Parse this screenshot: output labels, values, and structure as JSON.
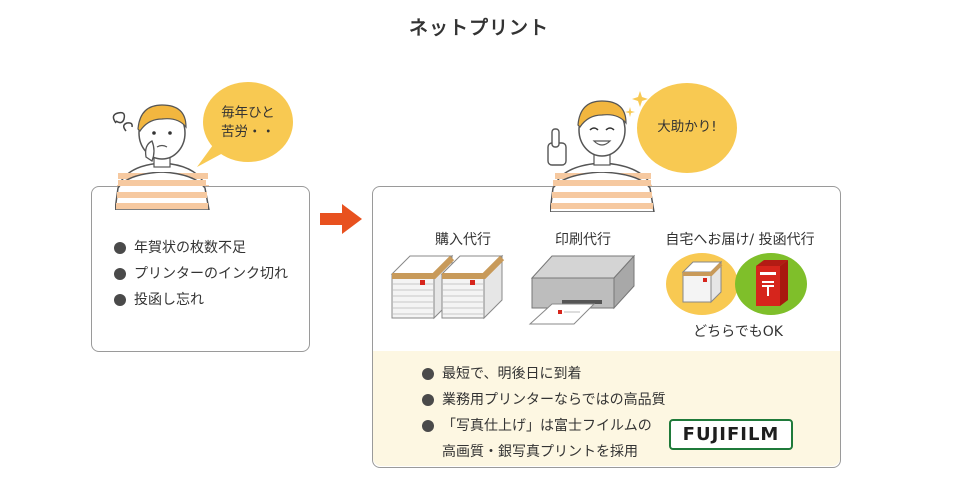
{
  "title": "ネットプリント",
  "left": {
    "bubble_lines": [
      "毎年ひと",
      "苦労・・"
    ],
    "bullets": [
      "年賀状の枚数不足",
      "プリンターのインク切れ",
      "投函し忘れ"
    ]
  },
  "right": {
    "bubble": "大助かり!",
    "steps": [
      "購入代行",
      "印刷代行",
      "自宅へお届け/ 投函代行"
    ],
    "either_ok": "どちらでもOK",
    "bullets": [
      "最短で、明後日に到着",
      "業務用プリンターならではの高品質"
    ],
    "bullet3_lines": [
      "「写真仕上げ」は富士フイルムの",
      "高画質・銀写真プリントを採用"
    ],
    "logo_text": "FUJIFILM"
  },
  "colors": {
    "bubble": "#f8c952",
    "arrow": "#e8511f",
    "stripe": "#f6c9a0",
    "postbox": "#d6251c",
    "green_circle": "#7fbf2a",
    "fuji_green": "#1f7a3a"
  }
}
